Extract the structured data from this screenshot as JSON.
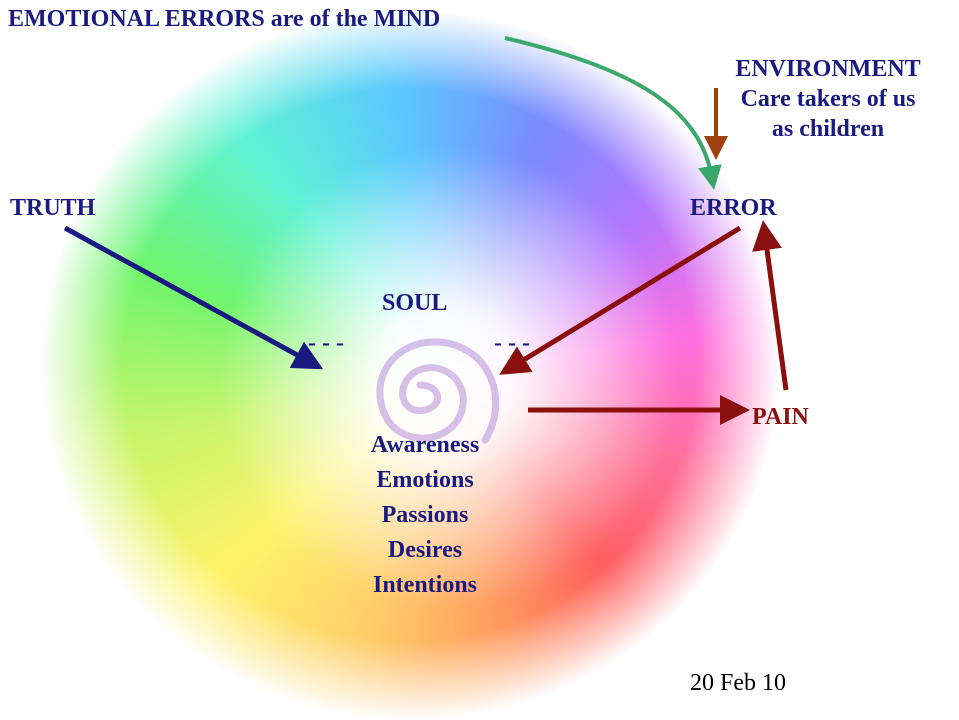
{
  "labels": {
    "top_note": "EMOTIONAL ERRORS are of the MIND",
    "environment": [
      "ENVIRONMENT",
      "Care takers of us",
      "as children"
    ],
    "truth": "TRUTH",
    "error": "ERROR",
    "soul": "SOUL",
    "dashes_left": "- - -",
    "dashes_right": "- - -",
    "pain": "PAIN",
    "qualities": [
      "Awareness",
      "Emotions",
      "Passions",
      "Desires",
      "Intentions"
    ],
    "date": "20 Feb 10"
  },
  "colors": {
    "navy": "#1a1a80",
    "dark_red": "#8a1010",
    "green_arrow": "#3aa86b",
    "brown_arrow": "#a0400f"
  }
}
